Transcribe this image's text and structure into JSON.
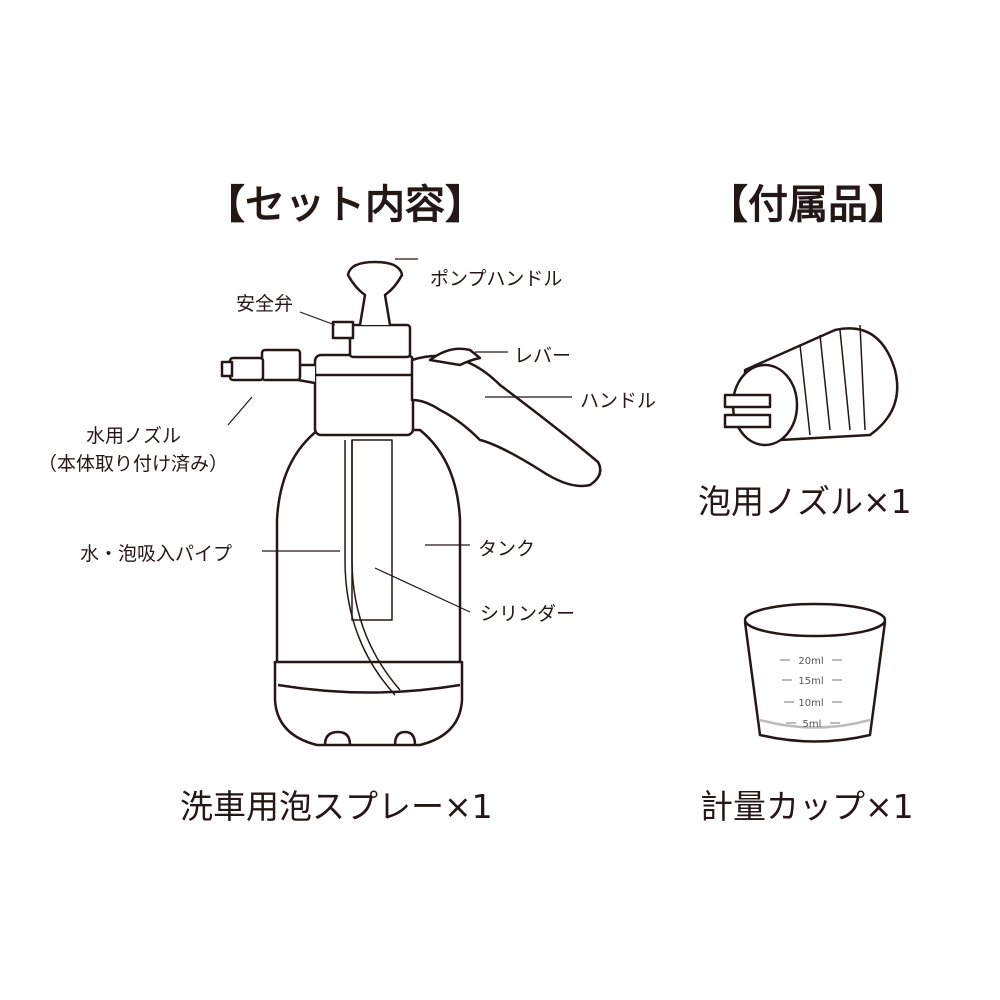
{
  "headings": {
    "set_contents": "【セット内容】",
    "accessories": "【付属品】"
  },
  "labels": {
    "pump_handle": "ポンプハンドル",
    "safety_valve": "安全弁",
    "lever": "レバー",
    "handle": "ハンドル",
    "water_nozzle": "水用ノズル",
    "water_nozzle_note": "（本体取り付け済み）",
    "intake_pipe": "水・泡吸入パイプ",
    "tank": "タンク",
    "cylinder": "シリンダー"
  },
  "captions": {
    "sprayer": "洗車用泡スプレー×1",
    "foam_nozzle": "泡用ノズル×1",
    "measuring_cup": "計量カップ×1"
  },
  "cup_marks": [
    "20ml",
    "15ml",
    "10ml",
    "5ml"
  ]
}
